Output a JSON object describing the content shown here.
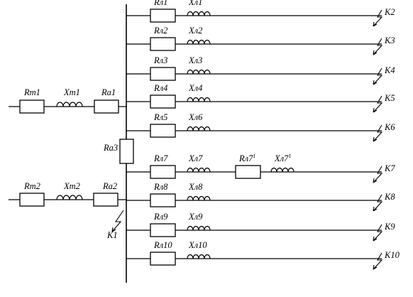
{
  "diagram": {
    "sources": [
      {
        "r": "Rm1",
        "x": "Xm1",
        "ra": "Ra1"
      },
      {
        "r": "Rm2",
        "x": "Xm2",
        "ra": "Ra2"
      }
    ],
    "bus_resistor": "Ra3",
    "bus_fault": "K1",
    "lines": [
      {
        "r": "Rл1",
        "x": "Xл1",
        "fault": "K2"
      },
      {
        "r": "Rл2",
        "x": "Xл2",
        "fault": "K3"
      },
      {
        "r": "Rл3",
        "x": "Xл3",
        "fault": "K4"
      },
      {
        "r": "Rл4",
        "x": "Xл4",
        "fault": "K5"
      },
      {
        "r": "Rл5",
        "x": "Xл6",
        "fault": "K6"
      },
      {
        "r": "Rл7",
        "x": "Xл7",
        "r2": "Rл7",
        "x2": "Xл7",
        "r2_sup": "1",
        "x2_sup": "1",
        "fault": "K7"
      },
      {
        "r": "Rл8",
        "x": "Xл8",
        "fault": "K8"
      },
      {
        "r": "Rл9",
        "x": "Xл9",
        "fault": "K9"
      },
      {
        "r": "Rл10",
        "x": "Xл10",
        "fault": "K10"
      }
    ]
  }
}
